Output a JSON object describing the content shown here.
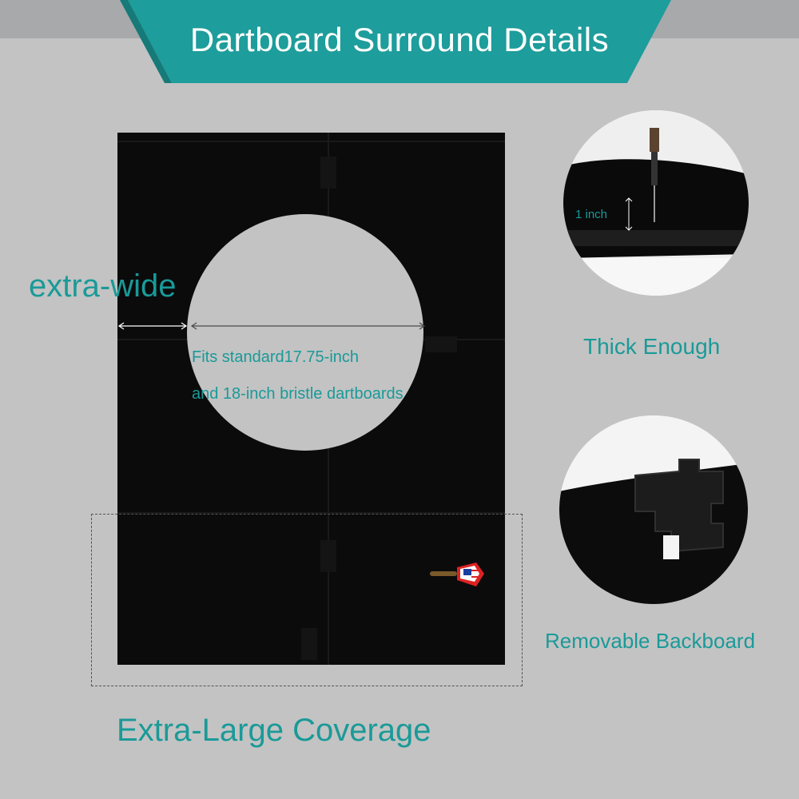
{
  "header": {
    "title": "Dartboard Surround Details"
  },
  "labels": {
    "extra_wide": "extra-wide",
    "fits_line1": "Fits standard17.75-inch",
    "fits_line2": "and 18-inch bristle dartboards",
    "coverage": "Extra-Large Coverage",
    "thick_enough": "Thick Enough",
    "one_inch": "1 inch",
    "removable": "Removable Backboard"
  },
  "colors": {
    "accent": "#1a9a98",
    "background": "#c3c3c3",
    "board": "#0b0b0c"
  },
  "icons": {
    "dart": "dart-icon"
  }
}
